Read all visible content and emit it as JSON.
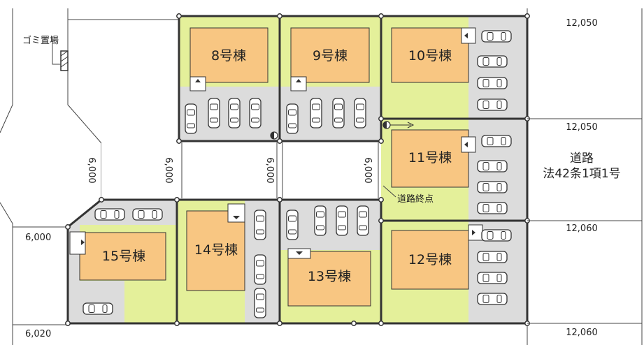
{
  "lots": [
    {
      "id": "8",
      "label": "8号棟"
    },
    {
      "id": "9",
      "label": "9号棟"
    },
    {
      "id": "10",
      "label": "10号棟"
    },
    {
      "id": "11",
      "label": "11号棟"
    },
    {
      "id": "12",
      "label": "12号棟"
    },
    {
      "id": "13",
      "label": "13号棟"
    },
    {
      "id": "14",
      "label": "14号棟"
    },
    {
      "id": "15",
      "label": "15号棟"
    }
  ],
  "road": {
    "name": "道路",
    "law": "法42条1項1号"
  },
  "road_widths": [
    "12,050",
    "12,050",
    "12,060",
    "12,060"
  ],
  "left_widths": [
    "6,000",
    "6,020"
  ],
  "internal_road_widths": [
    "6,000",
    "6,000",
    "6,000",
    "6,000"
  ],
  "notes": {
    "garbage": "ゴミ置場",
    "road_end": "道路終点"
  },
  "colors": {
    "lot_fill": "#e4f09a",
    "building_fill": "#f8c682",
    "parking_fill": "#dcdcdc",
    "line": "#333333"
  }
}
